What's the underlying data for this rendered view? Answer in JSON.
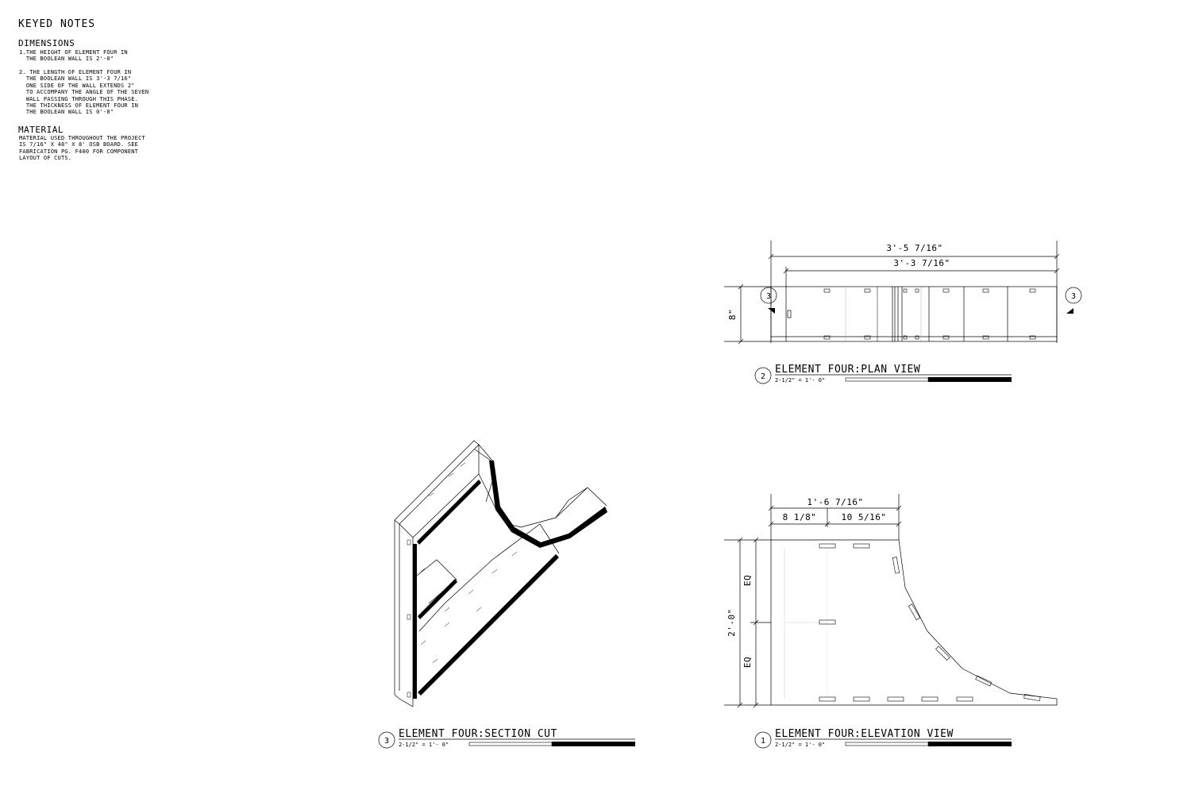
{
  "keyed_notes": {
    "heading": "KEYED NOTES",
    "dimensions": {
      "heading": "DIMENSIONS",
      "note1": "1.THE HEIGHT OF ELEMENT FOUR IN\n  THE BOOLEAN WALL IS 2'-0\"",
      "note2": "2. THE LENGTH OF ELEMENT FOUR IN\n  THE BOOLEAN WALL IS 3'-3 7/16\"\n  ONE SIDE OF THE WALL EXTENDS 2\"\n  TO ACCOMPANY THE ANGLE OF THE SEVEN\n  WALL PASSING THROUGH THIS PHASE.\n  THE THICKNESS OF ELEMENT FOUR IN\n  THE BOOLEAN WALL IS 0'-8\""
    },
    "material": {
      "heading": "MATERIAL",
      "note": "MATERIAL USED THROUGHOUT THE PROJECT\nIS 7/16\" X 48\" X 8' OSB BOARD. SEE\nFABRICATION PG. F400 FOR COMPONENT\nLAYOUT OF CUTS."
    }
  },
  "plan_view": {
    "number": "2",
    "title": "ELEMENT FOUR:PLAN VIEW",
    "scale": "2-1/2\" = 1'- 0\"",
    "dim_overall": "3'-5 7/16\"",
    "dim_length": "3'-3 7/16\"",
    "dim_thickness": "8\"",
    "section_marker_left": "3",
    "section_marker_right": "3"
  },
  "elevation_view": {
    "number": "1",
    "title": "ELEMENT FOUR:ELEVATION VIEW",
    "scale": "2-1/2\" = 1'- 0\"",
    "dim_top": "1'-6 7/16\"",
    "dim_a": "8 1/8\"",
    "dim_b": "10 5/16\"",
    "dim_height": "2'-0\"",
    "eq_upper": "EQ",
    "eq_lower": "EQ"
  },
  "section_cut": {
    "number": "3",
    "title": "ELEMENT FOUR:SECTION CUT",
    "scale": "2-1/2\" = 1'- 0\""
  }
}
